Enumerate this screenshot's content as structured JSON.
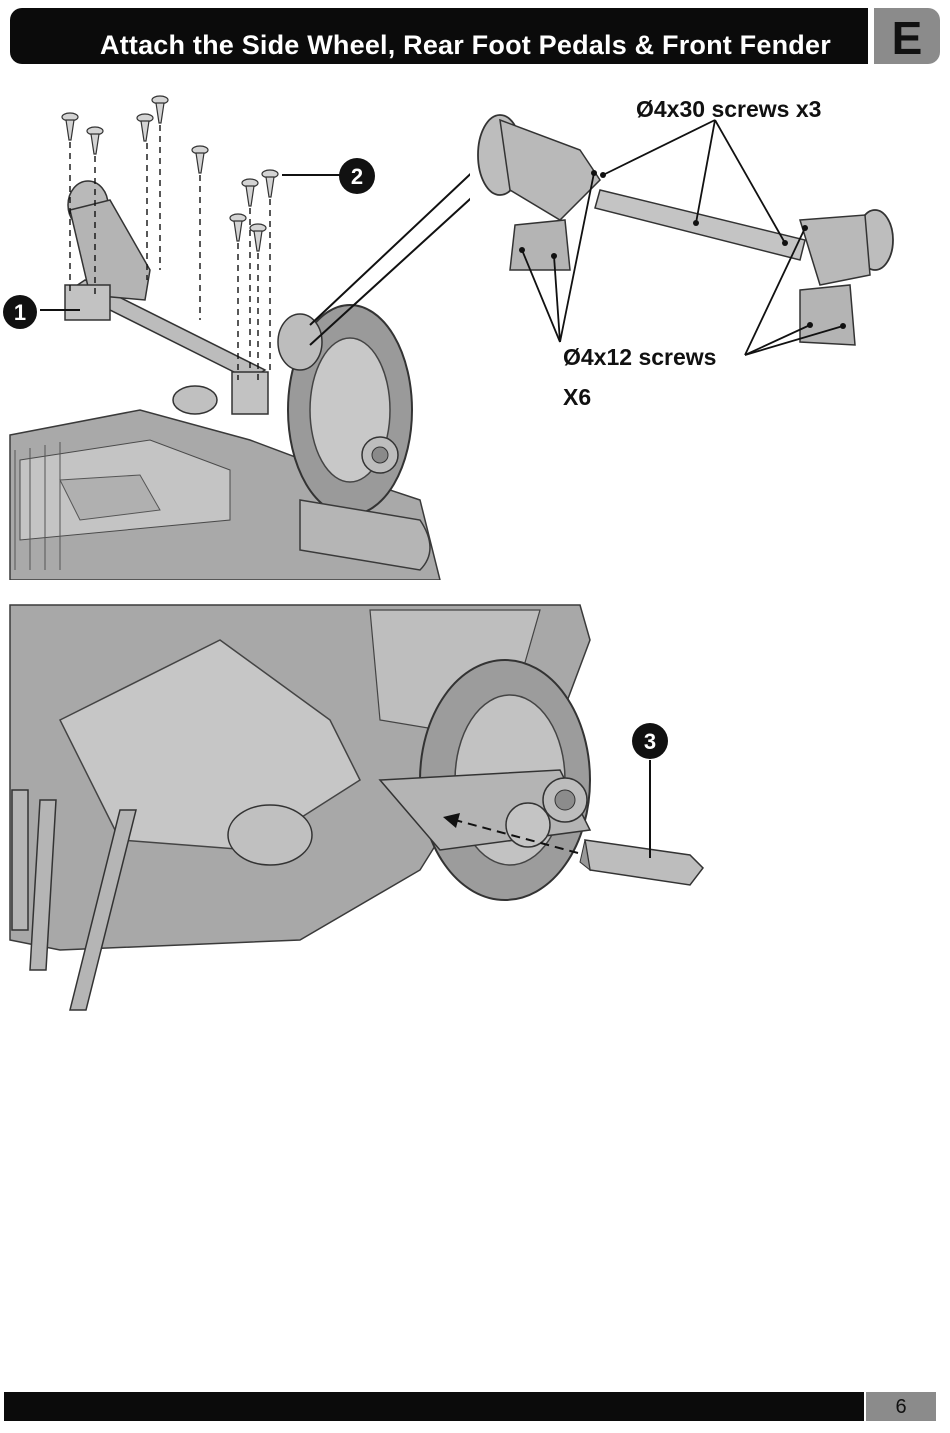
{
  "header": {
    "title": "Attach the Side Wheel, Rear Foot Pedals & Front Fender",
    "section_letter": "E"
  },
  "callouts": {
    "screws_long": "Ø4x30 screws x3",
    "screws_short": "Ø4x12 screws",
    "screws_short_qty": "X6"
  },
  "steps": [
    "1",
    "2",
    "3"
  ],
  "footer": {
    "page_number": "6"
  },
  "colors": {
    "bar": "#0b0b0b",
    "badge": "#8b8b8b",
    "part_fill": "#b8b8b8",
    "part_stroke": "#3a3a3a"
  }
}
